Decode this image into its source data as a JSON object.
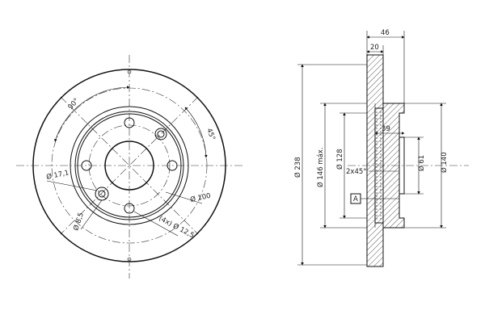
{
  "front_view": {
    "angle_90": "90°",
    "angle_45": "45°",
    "pitch_circle": "Ø 100",
    "hub_hole": "Ø 17,1",
    "small_hole": "Ø 8,5",
    "bolt_holes": "(4x) Ø 12,5"
  },
  "side_view": {
    "width_46": "46",
    "width_20": "20",
    "depth_39": "39",
    "chamfer": "2x45°",
    "datum": "A",
    "outer_dia": "Ø 238",
    "friction_dia": "Ø 146 máx.",
    "hub_dia": "Ø 128",
    "bore_dia": "Ø 61",
    "hat_dia": "Ø 140"
  }
}
